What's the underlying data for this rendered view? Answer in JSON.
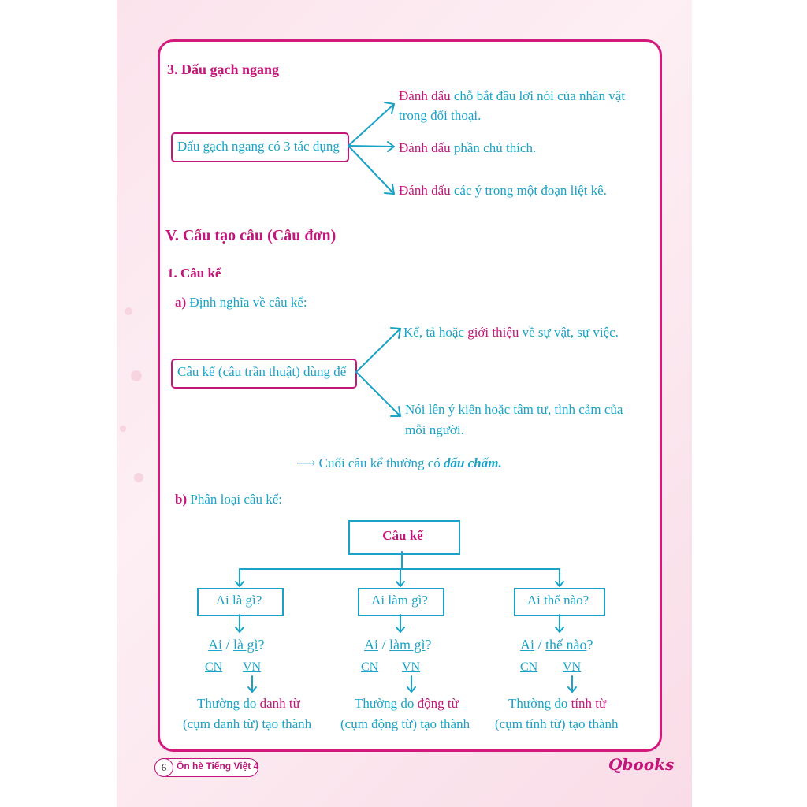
{
  "section3": {
    "title": "3. Dấu gạch ngang",
    "box": "Dấu gạch ngang có 3 tác dụng",
    "uses": [
      {
        "pink": "Đánh dấu",
        "cyan": " chỗ bắt đầu lời nói của nhân vật"
      },
      {
        "pink": "",
        "cyan": "trong đối thoại."
      },
      {
        "pink": "Đánh dấu",
        "cyan": " phần chú thích."
      },
      {
        "pink": "Đánh dấu",
        "cyan": " các ý trong một đoạn liệt kê."
      }
    ]
  },
  "sectionV": {
    "title": "V. Cấu tạo câu (Câu đơn)",
    "sub1": "1. Câu kể",
    "a_label": "a)",
    "a_text": " Định nghĩa về câu kể:",
    "box": "Câu kể (câu trần thuật) dùng để",
    "def1_a": "Kể, tả hoặc ",
    "def1_b": "giới thiệu",
    "def1_c": " về sự vật, sự việc.",
    "def2_line1": "Nói lên ý kiến hoặc tâm tư, tình cảm của",
    "def2_line2": "mỗi người.",
    "note_arrow": "⟶",
    "note_text": " Cuối câu kể thường có ",
    "note_em": "dấu chấm.",
    "b_label": "b)",
    "b_text": " Phân loại câu kể:",
    "root": "Câu kể",
    "types": [
      {
        "box": "Ai là gì?",
        "ai": "Ai",
        "sep": " / ",
        "pred": "là gì",
        "q": "?",
        "cn": "CN",
        "vn": "VN",
        "l1a": "Thường do ",
        "l1b": "danh từ",
        "l2": "(cụm danh từ) tạo thành"
      },
      {
        "box": "Ai làm gì?",
        "ai": "Ai",
        "sep": " / ",
        "pred": "làm gì",
        "q": "?",
        "cn": "CN",
        "vn": "VN",
        "l1a": "Thường do ",
        "l1b": "động từ",
        "l2": "(cụm động từ) tạo thành"
      },
      {
        "box": "Ai thế nào?",
        "ai": "Ai",
        "sep": " / ",
        "pred": "thế nào",
        "q": "?",
        "cn": "CN",
        "vn": "VN",
        "l1a": "Thường do ",
        "l1b": "tính từ",
        "l2": "(cụm tính từ) tạo thành"
      }
    ]
  },
  "footer": {
    "page": "6",
    "book": "Ôn hè Tiếng Việt 4",
    "logo": "Qbooks"
  },
  "colors": {
    "pink": "#c2167a",
    "cyan": "#1aa2c7"
  }
}
